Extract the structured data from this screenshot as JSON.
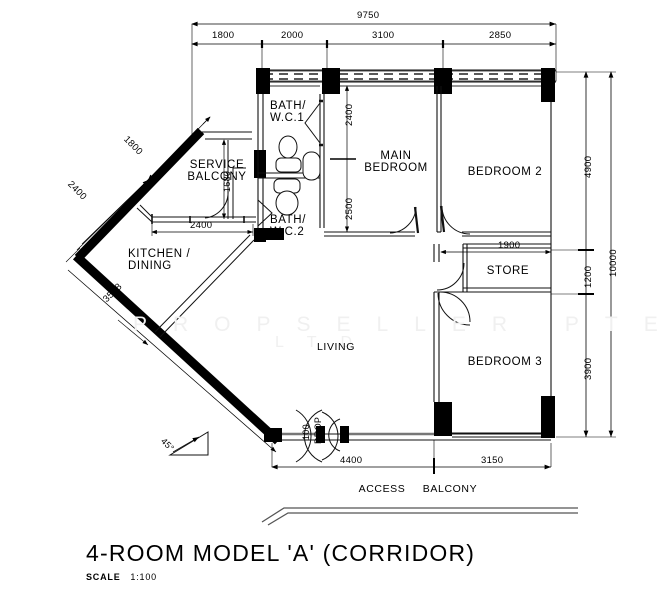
{
  "drawing": {
    "type": "architectural-floor-plan",
    "title": "4-ROOM MODEL 'A' (CORRIDOR)",
    "scale_label": "SCALE",
    "scale_value": "1:100",
    "watermark_line1": "PROPSELLER PTE.",
    "watermark_line2": "LTD",
    "angle_marker": "45°"
  },
  "rooms": [
    {
      "id": "service-balcony",
      "label_line1": "SERVICE",
      "label_line2": "BALCONY"
    },
    {
      "id": "kitchen-dining",
      "label_line1": "KITCHEN /",
      "label_line2": "DINING"
    },
    {
      "id": "bath-wc-1",
      "label_line1": "BATH/",
      "label_line2": "W.C.1"
    },
    {
      "id": "bath-wc-2",
      "label_line1": "BATH/",
      "label_line2": "W.C.2"
    },
    {
      "id": "main-bedroom",
      "label_line1": "MAIN",
      "label_line2": "BEDROOM"
    },
    {
      "id": "bedroom-2",
      "label_line1": "BEDROOM  2",
      "label_line2": ""
    },
    {
      "id": "bedroom-3",
      "label_line1": "BEDROOM  3",
      "label_line2": ""
    },
    {
      "id": "store",
      "label_line1": "STORE",
      "label_line2": ""
    },
    {
      "id": "living",
      "label_line1": "LIVING",
      "label_line2": ""
    },
    {
      "id": "access",
      "label_line1": "ACCESS",
      "label_line2": ""
    },
    {
      "id": "balcony",
      "label_line1": "BALCONY",
      "label_line2": ""
    }
  ],
  "dimensions": {
    "top_overall": "9750",
    "top_chain": [
      "1800",
      "2000",
      "3100",
      "2850"
    ],
    "right_overall": "10000",
    "right_chain": [
      "4900",
      "1200",
      "3900"
    ],
    "bottom_chain": [
      "4400",
      "3150"
    ],
    "interior": {
      "main_bedroom_upper": "2400",
      "main_bedroom_lower": "2500",
      "service_balcony_width": "2400",
      "service_balcony_depth": "1680",
      "store_width": "1900",
      "diag_upper": "1800",
      "diag_lower": "2400",
      "diag_long": "3538",
      "drop_value": "100",
      "drop_label": "DROP"
    }
  }
}
